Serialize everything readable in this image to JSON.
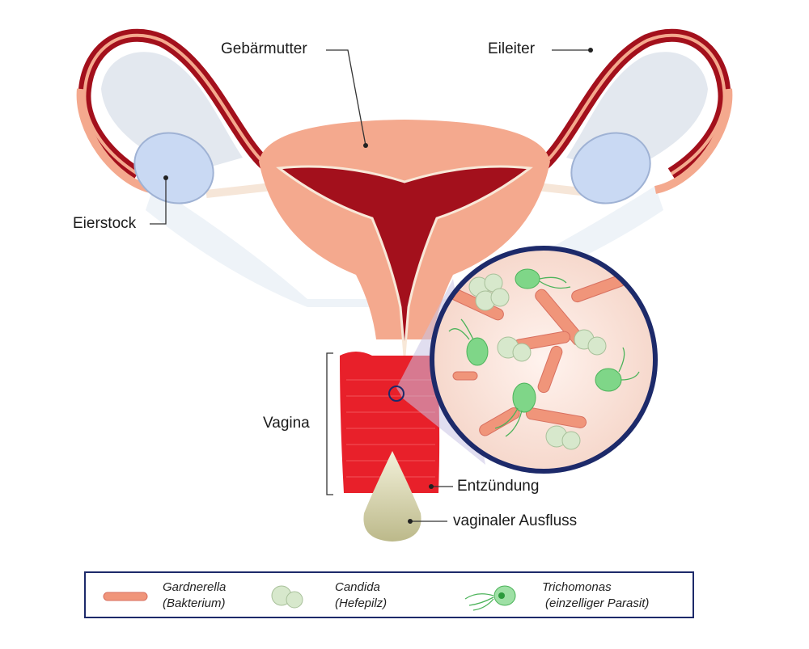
{
  "labels": {
    "uterus": "Gebärmutter",
    "fallopian_tube": "Eileiter",
    "ovary": "Eierstock",
    "vagina": "Vagina",
    "inflammation": "Entzündung",
    "discharge": "vaginaler Ausfluss"
  },
  "legend": [
    {
      "name": "Gardnerella",
      "type": "(Bakterium)",
      "icon": "rod-bacterium-icon",
      "color": "#f0957a"
    },
    {
      "name": "Candida",
      "type": "(Hefepilz)",
      "icon": "yeast-cell-icon",
      "color": "#cfe3c0"
    },
    {
      "name": "Trichomonas",
      "type": "(einzelliger Parasit)",
      "icon": "flagellate-parasite-icon",
      "color": "#6fd07a"
    }
  ],
  "colors": {
    "tissue": "#f4a98e",
    "cavity": "#a3101c",
    "vagina": "#e8202a",
    "frame": "#1d2a6a",
    "ovary": "#c9d9f3"
  }
}
